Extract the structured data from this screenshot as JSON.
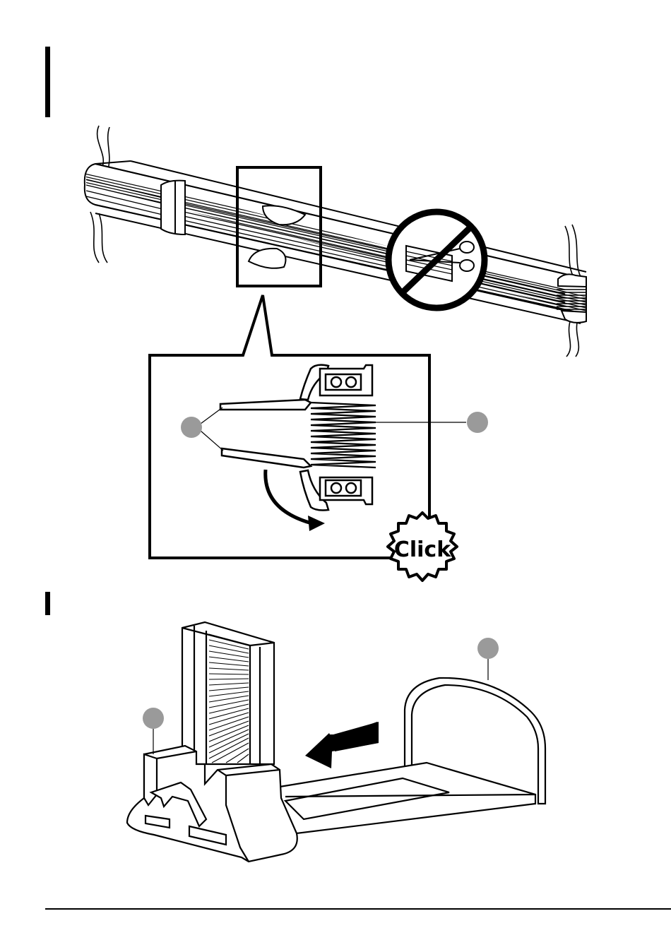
{
  "illustration": {
    "click_text": "Click",
    "icons": [
      "cable-bundle",
      "zip-tie",
      "no-scissors-icon",
      "clip-detail",
      "spring",
      "arrow-icon",
      "stand"
    ],
    "colors": {
      "ink": "#000000",
      "marker": "#9a9a9a",
      "paper": "#ffffff"
    }
  }
}
